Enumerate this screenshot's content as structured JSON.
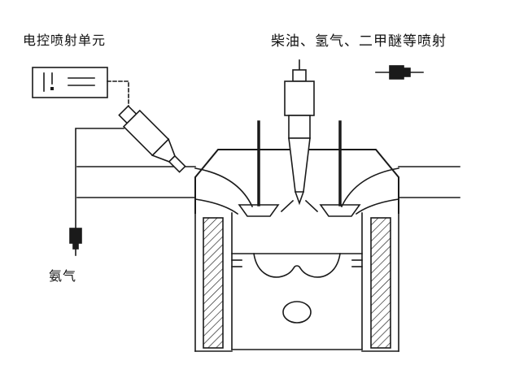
{
  "page": {
    "background_color": "#ffffff",
    "line_color": "#1a1a1a"
  },
  "diagram": {
    "labels": {
      "ecu_unit": "电控喷射单元",
      "fuel_injection": "柴油、氢气、二甲醚等喷射",
      "ammonia": "氨气"
    }
  }
}
